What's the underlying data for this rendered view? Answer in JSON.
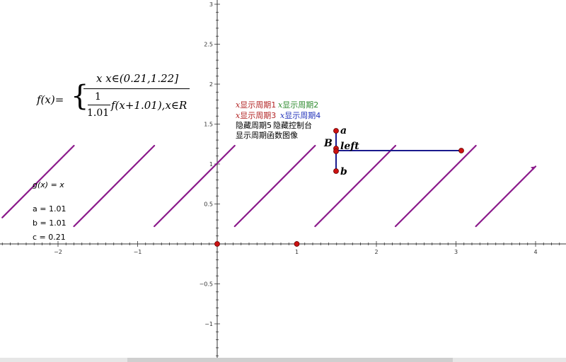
{
  "graph": {
    "x_ticks": [
      {
        "value": -2,
        "label": "−2"
      },
      {
        "value": -1,
        "label": "−1"
      },
      {
        "value": 1,
        "label": "1"
      },
      {
        "value": 2,
        "label": "2"
      },
      {
        "value": 3,
        "label": "3"
      },
      {
        "value": 4,
        "label": "4"
      }
    ],
    "y_ticks": [
      {
        "value": 3,
        "label": "3"
      },
      {
        "value": 2.5,
        "label": "2.5"
      },
      {
        "value": 2,
        "label": "2"
      },
      {
        "value": 1.5,
        "label": "1.5"
      },
      {
        "value": 1,
        "label": "1"
      },
      {
        "value": 0.5,
        "label": "0.5"
      },
      {
        "value": -0.5,
        "label": "−0.5"
      },
      {
        "value": -1,
        "label": "−1"
      }
    ],
    "x_range": [
      -2.7,
      4.4
    ],
    "y_range": [
      -1.4,
      3.05
    ],
    "curve_color": "#8b1a8b",
    "function_periods": [
      {
        "x_start": -2.7,
        "x_end": -1.8
      },
      {
        "x_start": -1.8,
        "x_end": -0.79
      },
      {
        "x_start": -0.79,
        "x_end": 0.22
      },
      {
        "x_start": 0.22,
        "x_end": 1.23
      },
      {
        "x_start": 1.23,
        "x_end": 2.24
      },
      {
        "x_start": 2.24,
        "x_end": 3.25
      },
      {
        "x_start": 3.25,
        "x_end": 4.0
      }
    ],
    "marked_points": [
      {
        "x": 0,
        "y": 0
      },
      {
        "x": 1,
        "y": 0
      }
    ]
  },
  "formula": {
    "lhs": "f(x)=",
    "case1": "x x∈(0.21,1.22]",
    "frac_num": "1",
    "frac_den": "1.01",
    "case2_tail": "f(x+1.01),x∈R"
  },
  "params": {
    "g": "g(x) = x",
    "a": "a = 1.01",
    "b": "b = 1.01",
    "c": "c = 0.21"
  },
  "controls": {
    "period1": {
      "x": "x",
      "label": "显示周期1",
      "color": "#b22222"
    },
    "period2": {
      "x": "x",
      "label": "显示周期2",
      "color": "#2e8b2e"
    },
    "period3": {
      "x": "x",
      "label": "显示周期3",
      "color": "#b22222"
    },
    "period4": {
      "x": "x",
      "label": "显示周期4",
      "color": "#2233bb"
    },
    "hide_period5": "隐藏周期5",
    "hide_console": "隐藏控制台",
    "show_func": "显示周期函数图像"
  },
  "slider_labels": {
    "a": "a",
    "B": "B",
    "left": "left",
    "b": "b"
  },
  "colors": {
    "slider_line": "#1a1a8c",
    "point": "#cc1111",
    "axis": "#333333"
  }
}
